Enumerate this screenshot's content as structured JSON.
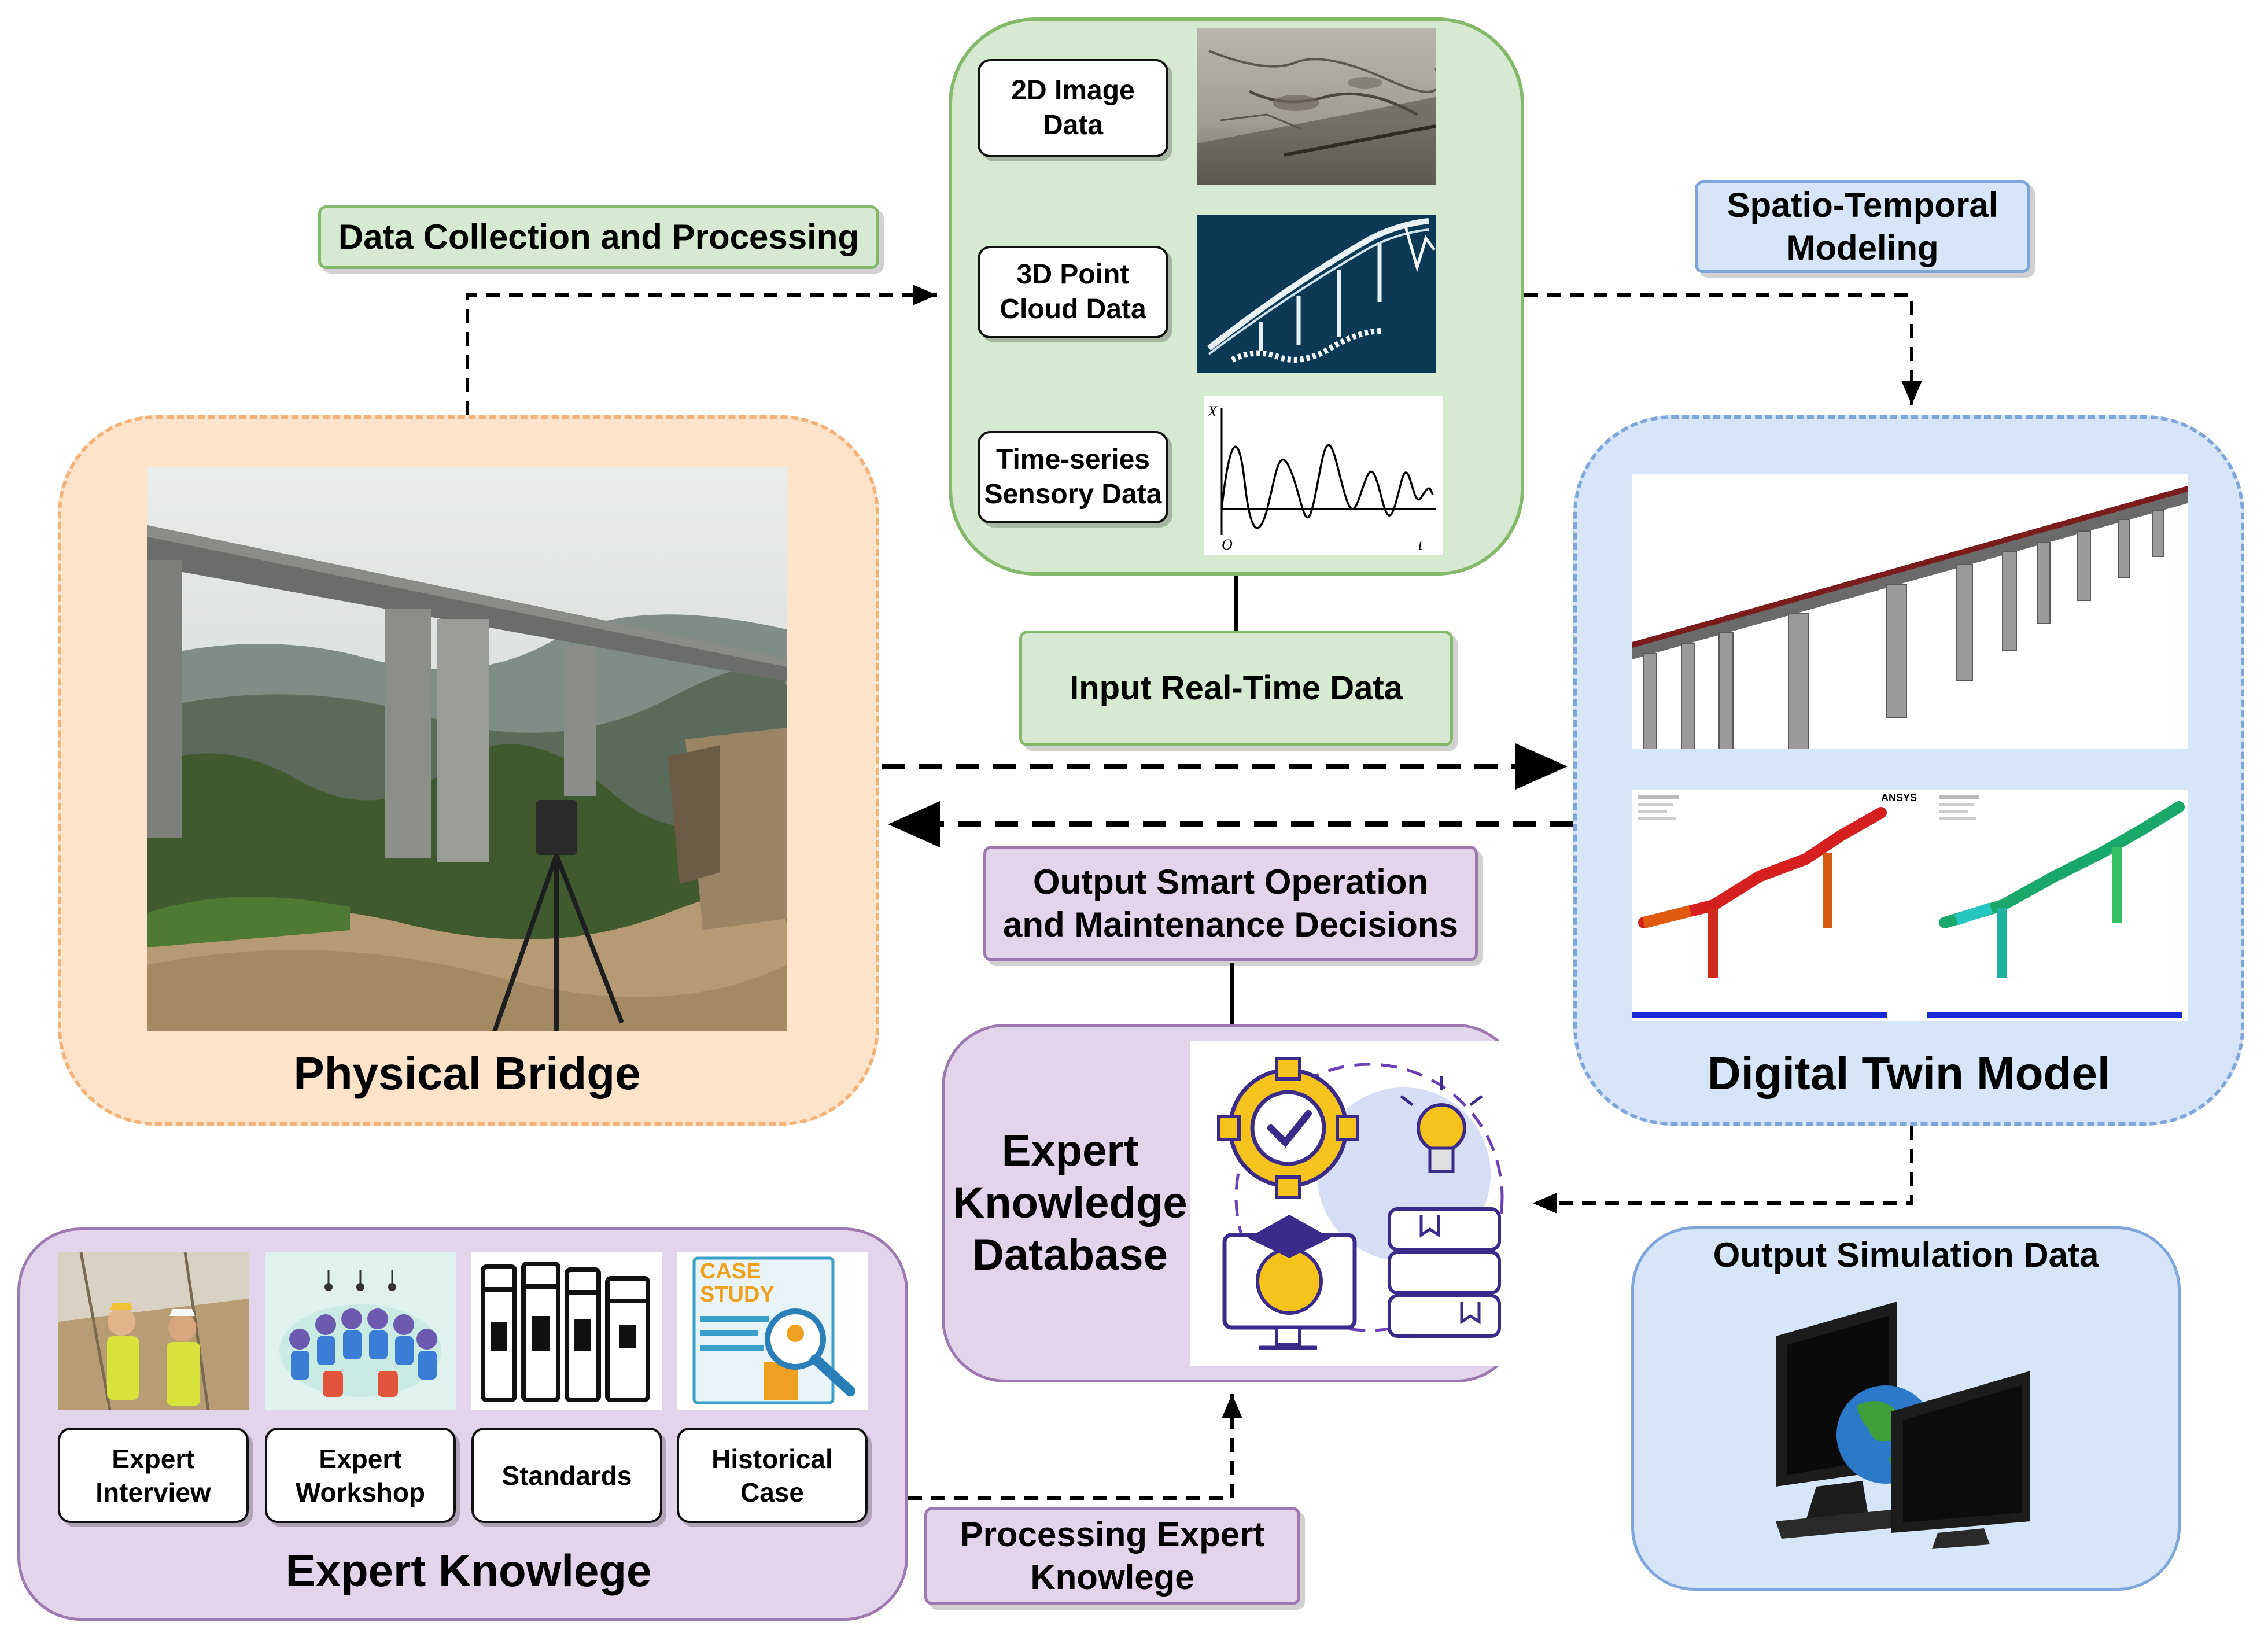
{
  "labels": {
    "data_collection": "Data Collection and Processing",
    "spatio_temporal_line1": "Spatio-Temporal",
    "spatio_temporal_line2": "Modeling",
    "input_realtime": "Input Real-Time Data",
    "output_smart_line1": "Output Smart Operation",
    "output_smart_line2": "and Maintenance Decisions",
    "processing_expert_line1": "Processing Expert",
    "processing_expert_line2": "Knowlege",
    "output_simulation": "Output Simulation Data"
  },
  "data_panel": {
    "image_line1": "2D Image",
    "image_line2": "Data",
    "pointcloud_line1": "3D Point",
    "pointcloud_line2": "Cloud Data",
    "timeseries_line1": "Time-series",
    "timeseries_line2": "Sensory Data",
    "plot_x_axis": "t",
    "plot_origin": "O",
    "plot_y_axis": "X"
  },
  "physical_bridge": {
    "title": "Physical Bridge"
  },
  "digital_twin": {
    "title": "Digital Twin Model",
    "model_label": "ANSYS"
  },
  "expert_db": {
    "line1": "Expert",
    "line2": "Knowledge",
    "line3": "Database"
  },
  "expert_knowledge": {
    "title": "Expert Knowlege",
    "case_study_line1": "CASE",
    "case_study_line2": "STUDY",
    "items": [
      {
        "line1": "Expert",
        "line2": "Interview"
      },
      {
        "line1": "Expert",
        "line2": "Workshop"
      },
      {
        "line1": "Standards",
        "line2": ""
      },
      {
        "line1": "Historical",
        "line2": "Case"
      }
    ]
  },
  "colors": {
    "green_fill": "#d6ead1",
    "green_border": "#84b96b",
    "blue_fill": "#d6e5f7",
    "blue_border": "#7ea6d8",
    "orange_fill": "#fde3c9",
    "orange_border": "#f3b27a",
    "purple_fill": "#e2d4ea",
    "purple_border": "#9d79b0"
  }
}
